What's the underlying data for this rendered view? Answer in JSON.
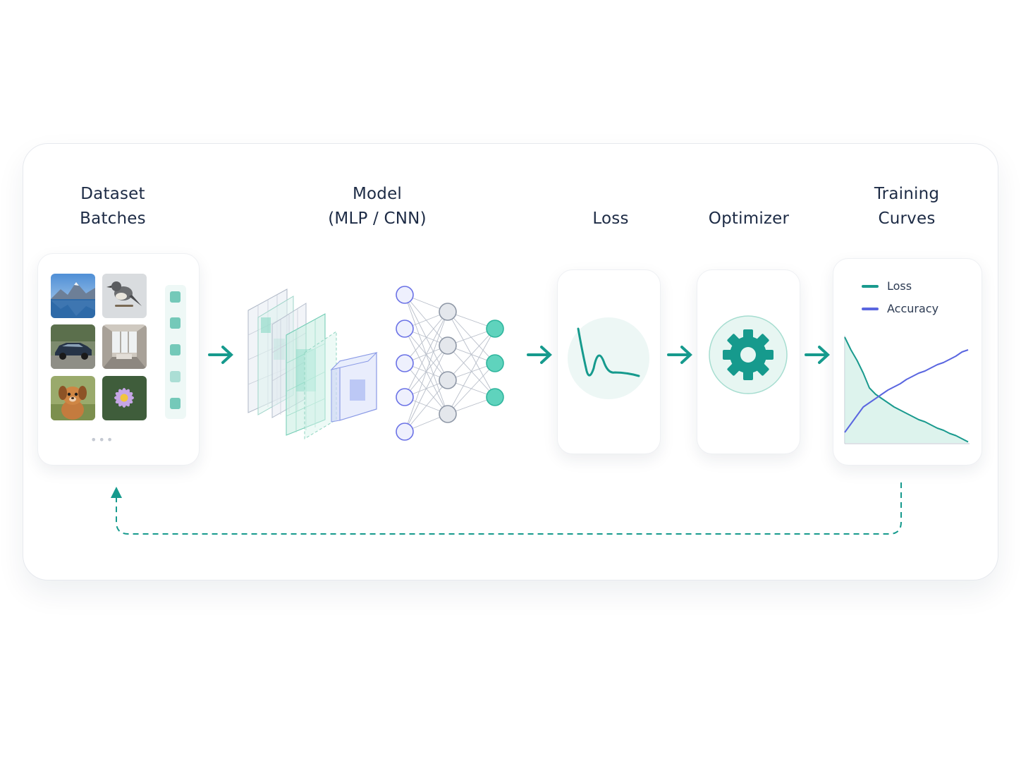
{
  "stages": {
    "dataset": {
      "title_line1": "Dataset",
      "title_line2": "Batches"
    },
    "model": {
      "title_line1": "Model",
      "title_line2": "(MLP / CNN)"
    },
    "loss": {
      "title": "Loss"
    },
    "optimizer": {
      "title": "Optimizer"
    },
    "curves": {
      "title_line1": "Training",
      "title_line2": "Curves"
    }
  },
  "dataset_thumbnails": [
    "mountain-lake-icon",
    "bird-icon",
    "car-icon",
    "room-interior-icon",
    "puppy-icon",
    "flower-icon"
  ],
  "batch_more": "•••",
  "chart_data": {
    "type": "line",
    "series": [
      {
        "name": "Loss",
        "color": "#1a9a8e",
        "x": [
          0,
          0.05,
          0.1,
          0.15,
          0.2,
          0.25,
          0.3,
          0.35,
          0.4,
          0.45,
          0.5,
          0.55,
          0.6,
          0.65,
          0.7,
          0.75,
          0.8,
          0.85,
          0.9,
          0.95,
          1.0
        ],
        "y": [
          1.0,
          0.88,
          0.78,
          0.66,
          0.52,
          0.46,
          0.42,
          0.38,
          0.34,
          0.31,
          0.28,
          0.25,
          0.22,
          0.2,
          0.17,
          0.14,
          0.12,
          0.09,
          0.07,
          0.04,
          0.01
        ]
      },
      {
        "name": "Accuracy",
        "color": "#5a66e0",
        "x": [
          0,
          0.05,
          0.1,
          0.15,
          0.2,
          0.25,
          0.3,
          0.35,
          0.4,
          0.45,
          0.5,
          0.55,
          0.6,
          0.65,
          0.7,
          0.75,
          0.8,
          0.85,
          0.9,
          0.95,
          1.0
        ],
        "y": [
          0.1,
          0.18,
          0.26,
          0.34,
          0.38,
          0.42,
          0.46,
          0.5,
          0.53,
          0.56,
          0.6,
          0.63,
          0.66,
          0.68,
          0.71,
          0.74,
          0.76,
          0.79,
          0.82,
          0.86,
          0.88
        ]
      }
    ]
  },
  "colors": {
    "accent": "#169a8d",
    "accent_light": "#5fd3bd",
    "neuron_input": "#6b72e6",
    "neuron_hidden": "#8e97a6",
    "title_text": "#1d2b45"
  }
}
